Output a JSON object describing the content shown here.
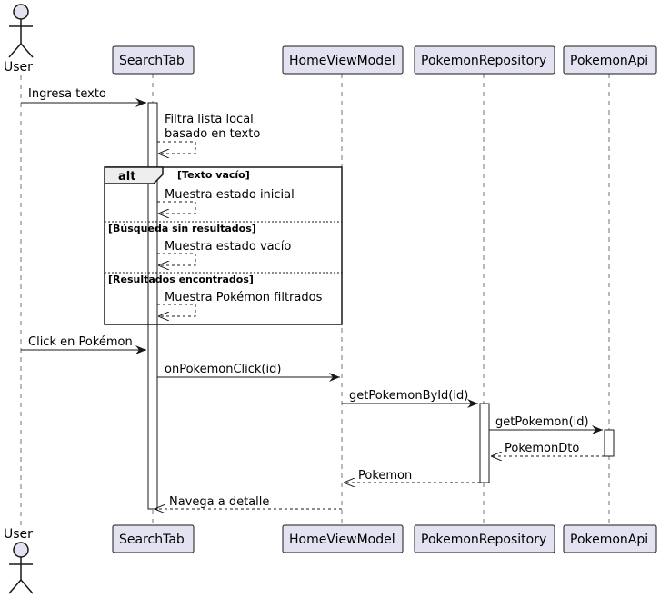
{
  "participants": [
    {
      "id": "user",
      "name": "User",
      "kind": "actor"
    },
    {
      "id": "searchtab",
      "name": "SearchTab",
      "kind": "participant"
    },
    {
      "id": "homevm",
      "name": "HomeViewModel",
      "kind": "participant"
    },
    {
      "id": "repo",
      "name": "PokemonRepository",
      "kind": "participant"
    },
    {
      "id": "api",
      "name": "PokemonApi",
      "kind": "participant"
    }
  ],
  "messages": {
    "m1": "Ingresa texto",
    "m2_line1": "Filtra lista local",
    "m2_line2": "basado en texto",
    "m3": "Muestra estado inicial",
    "m4": "Muestra estado vacío",
    "m5": "Muestra Pokémon filtrados",
    "m6": "Click en Pokémon",
    "m7": "onPokemonClick(id)",
    "m8": "getPokemonById(id)",
    "m9": "getPokemon(id)",
    "m10": "PokemonDto",
    "m11": "Pokemon",
    "m12": "Navega a detalle"
  },
  "alt": {
    "keyword": "alt",
    "guard1": "[Texto vacío]",
    "guard2": "[Búsqueda sin resultados]",
    "guard3": "[Resultados encontrados]"
  },
  "colors": {
    "participant_fill": "#e2e2f0",
    "participant_border": "#181818",
    "line": "#181818"
  }
}
